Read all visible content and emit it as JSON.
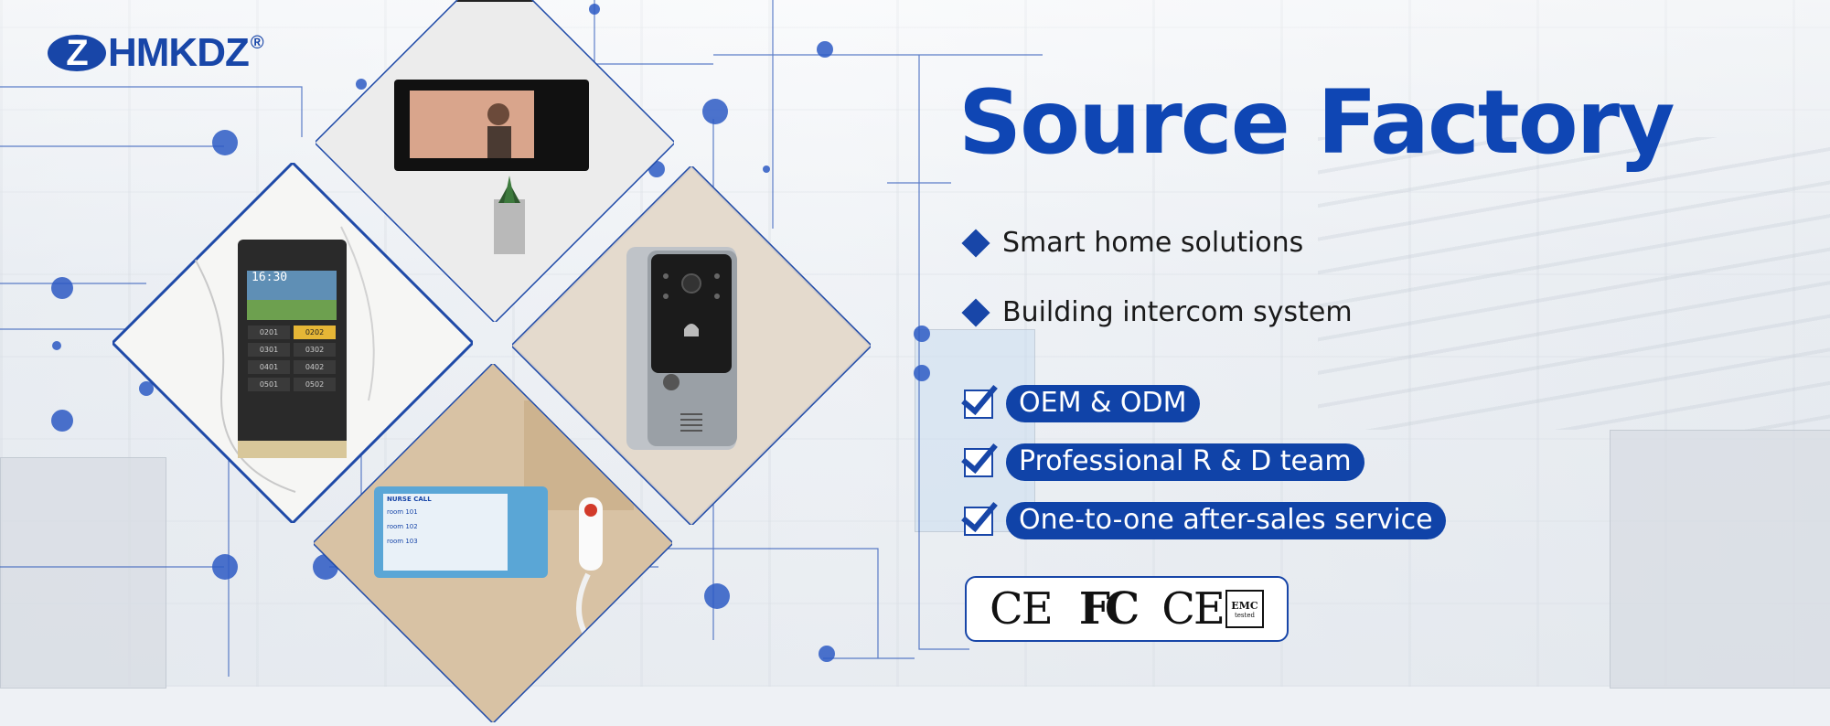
{
  "brand": {
    "logo_text": "HMKDZ",
    "logo_letter": "Z",
    "registered_mark": "®"
  },
  "headline": "Source Factory",
  "bullets": [
    {
      "label": "Smart home solutions"
    },
    {
      "label": "Building intercom system"
    }
  ],
  "features": [
    {
      "label": "OEM & ODM"
    },
    {
      "label": "Professional R & D team"
    },
    {
      "label": "One-to-one after-sales service"
    }
  ],
  "certifications": {
    "ce": "CE",
    "fc": "FC",
    "ce_emc": "CE",
    "emc": "EMC",
    "emc_sub": "tested"
  },
  "intercom_panel": {
    "time": "16:30",
    "keys": [
      "0201",
      "0202",
      "0301",
      "0302",
      "0401",
      "0402",
      "0501",
      "0502"
    ]
  },
  "nurse_call_screen": {
    "header": "NURSE CALL",
    "rows": [
      "room 101",
      "room 102",
      "room 103"
    ]
  },
  "colors": {
    "brand_blue": "#1846a8",
    "headline_blue": "#0f46b4",
    "pill_blue": "#1043a8"
  }
}
